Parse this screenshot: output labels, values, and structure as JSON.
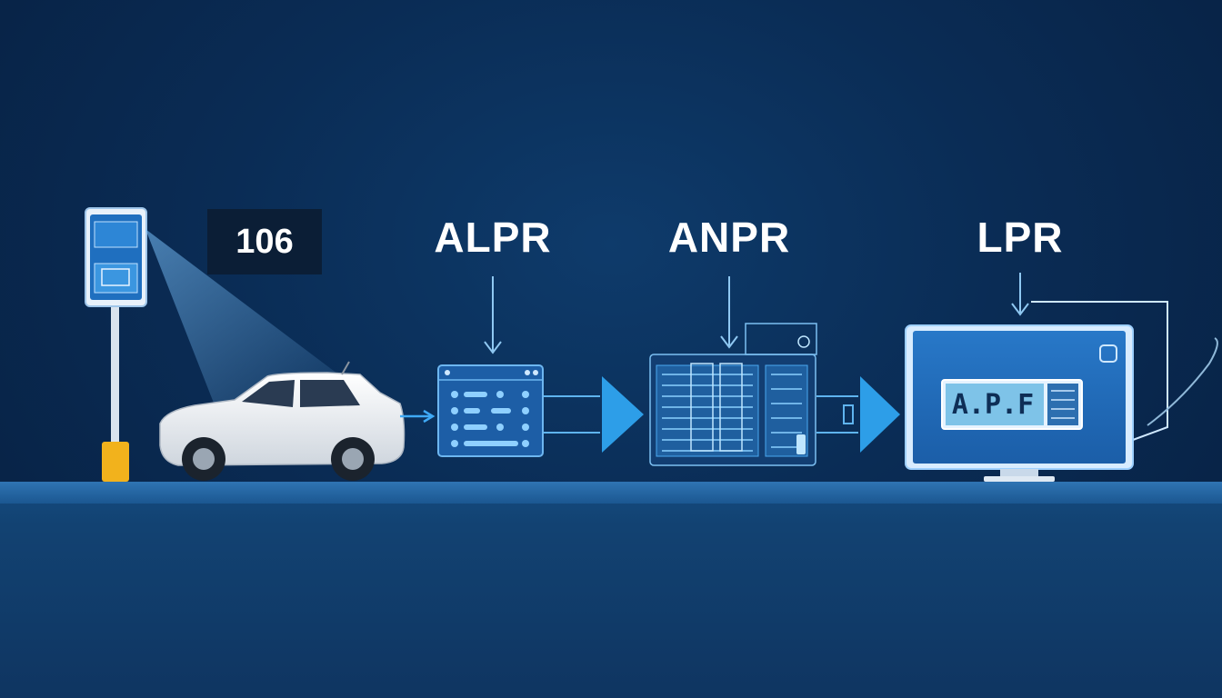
{
  "counter": "106",
  "stages": {
    "alpr": "ALPR",
    "anpr": "ANPR",
    "lpr": "LPR"
  },
  "monitor": {
    "plate_text": "A.P.F"
  },
  "colors": {
    "background": "#0a2c55",
    "accent": "#3fa9f5",
    "arrow": "#2d9ee8",
    "screen": "#1f6fbf",
    "plate": "#7ec3e8",
    "pole_base": "#f2b21c"
  }
}
